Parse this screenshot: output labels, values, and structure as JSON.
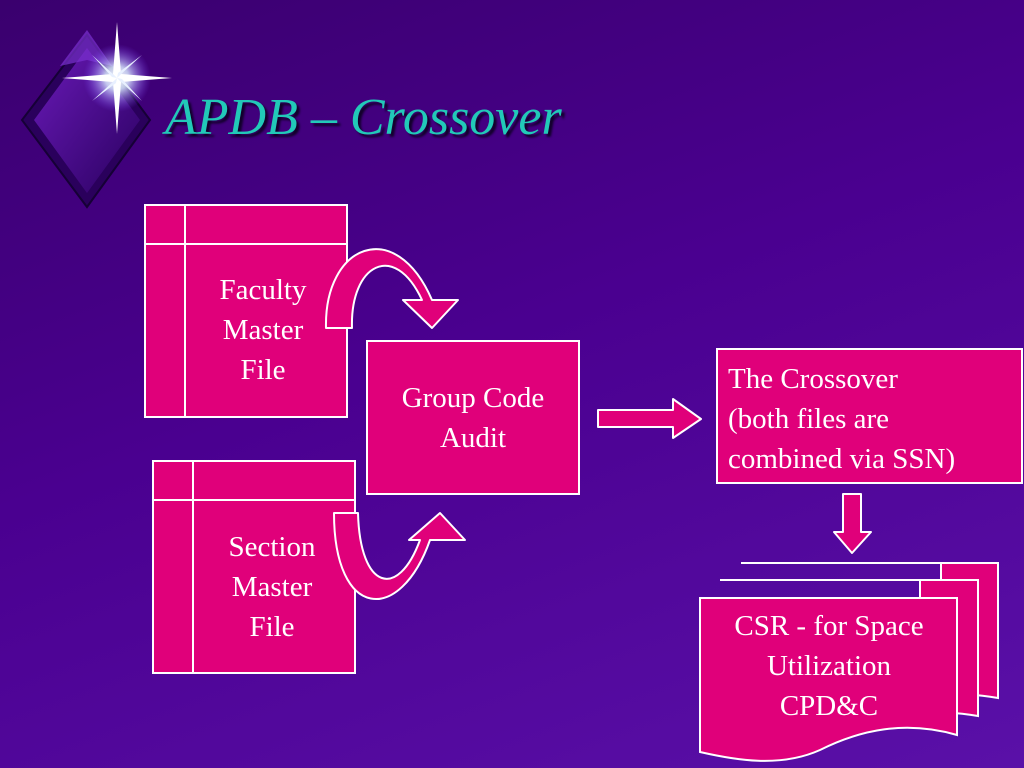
{
  "slide": {
    "title": "APDB – Crossover"
  },
  "diagram": {
    "faculty_master": {
      "lines": [
        "Faculty",
        "Master",
        "File"
      ]
    },
    "section_master": {
      "lines": [
        "Section",
        "Master",
        "File"
      ]
    },
    "group_code_audit": {
      "lines": [
        "Group Code",
        "Audit"
      ]
    },
    "crossover": {
      "lines": [
        "The Crossover",
        "(both files are",
        "combined via SSN)"
      ]
    },
    "csr": {
      "lines": [
        "CSR - for Space",
        "Utilization",
        "CPD&C"
      ]
    }
  },
  "colors": {
    "background": "#4a0090",
    "shape_fill": "#e0007a",
    "shape_stroke": "#ffffff",
    "title": "#22c9b8",
    "text": "#ffffff"
  }
}
